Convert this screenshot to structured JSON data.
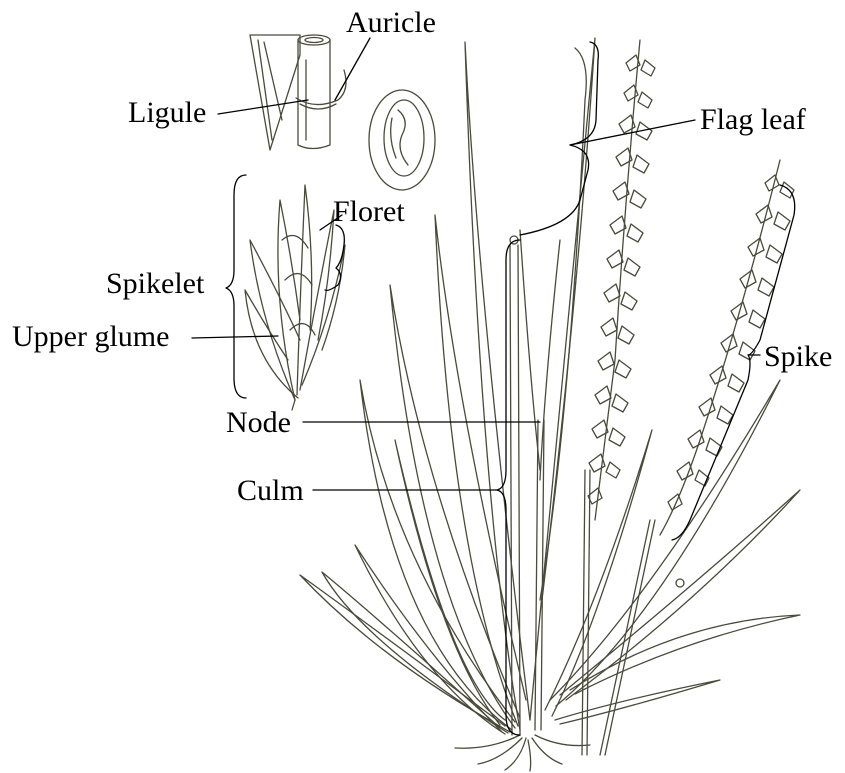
{
  "labels": {
    "auricle": "Auricle",
    "ligule": "Ligule",
    "flag_leaf": "Flag leaf",
    "floret": "Floret",
    "spikelet": "Spikelet",
    "upper_glume": "Upper glume",
    "spike": "Spike",
    "node": "Node",
    "culm": "Culm"
  },
  "colors": {
    "ink": "#000000",
    "plant_line": "#4a4a3a",
    "background": "#ffffff"
  }
}
